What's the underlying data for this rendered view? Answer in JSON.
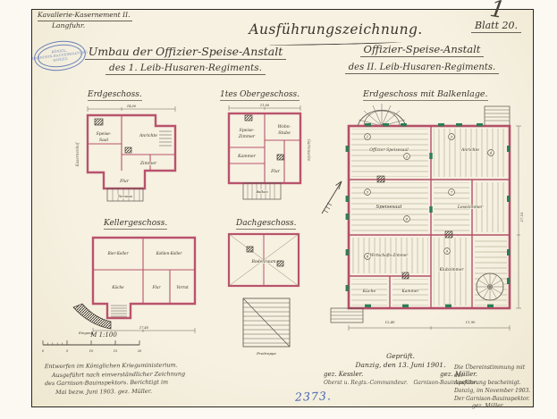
{
  "page": {
    "corner_mark": "1",
    "sheet_label": "Blatt 20.",
    "doc_number": "2373."
  },
  "header": {
    "site_line1": "Kavallerie-Kasernement II.",
    "site_line2": "Langfuhr.",
    "stamp": {
      "line1": "KÖNIGL.",
      "line2": "GARNISON-BAUVERWALTUNG",
      "line3": "DANZIG"
    },
    "main_title": "Ausführungszeichnung.",
    "left_title_line1": "Umbau der Offizier-Speise-Anstalt",
    "left_title_line2": "des 1. Leib-Husaren-Regiments.",
    "right_title_line1": "Offizier-Speise-Anstalt",
    "right_title_line2": "des II. Leib-Husaren-Regiments."
  },
  "plans": {
    "erdgeschoss": {
      "title": "Erdgeschoss.",
      "rooms": [
        "Speise-",
        "Saal",
        "Anrichte",
        "Zimmer",
        "Flur"
      ],
      "terrace": "Terrasse",
      "side_label": "Kasernenhof",
      "dim": "14,60"
    },
    "obergeschoss": {
      "title": "1tes Obergeschoss.",
      "rooms": [
        "Speise-",
        "Zimmer",
        "Wohn-",
        "Stube",
        "Kammer",
        "Flur"
      ],
      "balcony": "Balkon",
      "side_label": "Gartenseite",
      "dim": "11,80"
    },
    "keller": {
      "title": "Kellergeschoss.",
      "rooms": [
        "Bier-Keller",
        "Kohlen-Keller",
        "Küche",
        "Flur",
        "Vorrat"
      ],
      "entry": "Eingang",
      "dim": "17,40"
    },
    "dach": {
      "title": "Dachgeschoss.",
      "rooms": [
        "Bodenraum"
      ],
      "stair_label": "Freitreppe"
    },
    "large": {
      "title": "Erdgeschoss mit Balkenlage.",
      "rooms": [
        "Offizier-Speisesaal",
        "Anrichte",
        "Speisesaal",
        "Lesezimmer",
        "Wirtschafts-Zimmer",
        "Klubzimmer",
        "Küche",
        "Kammer"
      ],
      "beam_marks": [
        "1",
        "2",
        "3",
        "4",
        "5",
        "6",
        "7",
        "8",
        "9"
      ],
      "dims": {
        "bottom_left": "12,40",
        "bottom_right": "11,90",
        "right": "27,10"
      }
    }
  },
  "scale": {
    "label": "M 1:100",
    "ticks": [
      "0",
      "5",
      "10",
      "15",
      "20"
    ]
  },
  "notes_left": {
    "line1": "Entworfen im Königlichen Kriegsministerium.",
    "line2": "Ausgeführt nach einverständlicher Zeichnung",
    "line3": "des Garnison-Bauinspektors. Berichtigt im",
    "line4": "Mai bezw. Juni 1903. gez. Müller."
  },
  "approval": {
    "checked": "Geprüft.",
    "place_date": "Danzig, den 13. Juni 1901.",
    "sig_left": "gez. Kessler.",
    "sig_right": "gez. Müller.",
    "title_left": "Oberst u. Regts.-Commandeur.",
    "title_right": "Garnison-Bauinspektor."
  },
  "certification": {
    "line1": "Die Übereinstimmung mit der",
    "line2": "Ausführung bescheinigt.",
    "line3": "Danzig, im November 1903.",
    "line4": "Der Garnison-Bauinspektor.",
    "line5": "gez. Müller."
  }
}
